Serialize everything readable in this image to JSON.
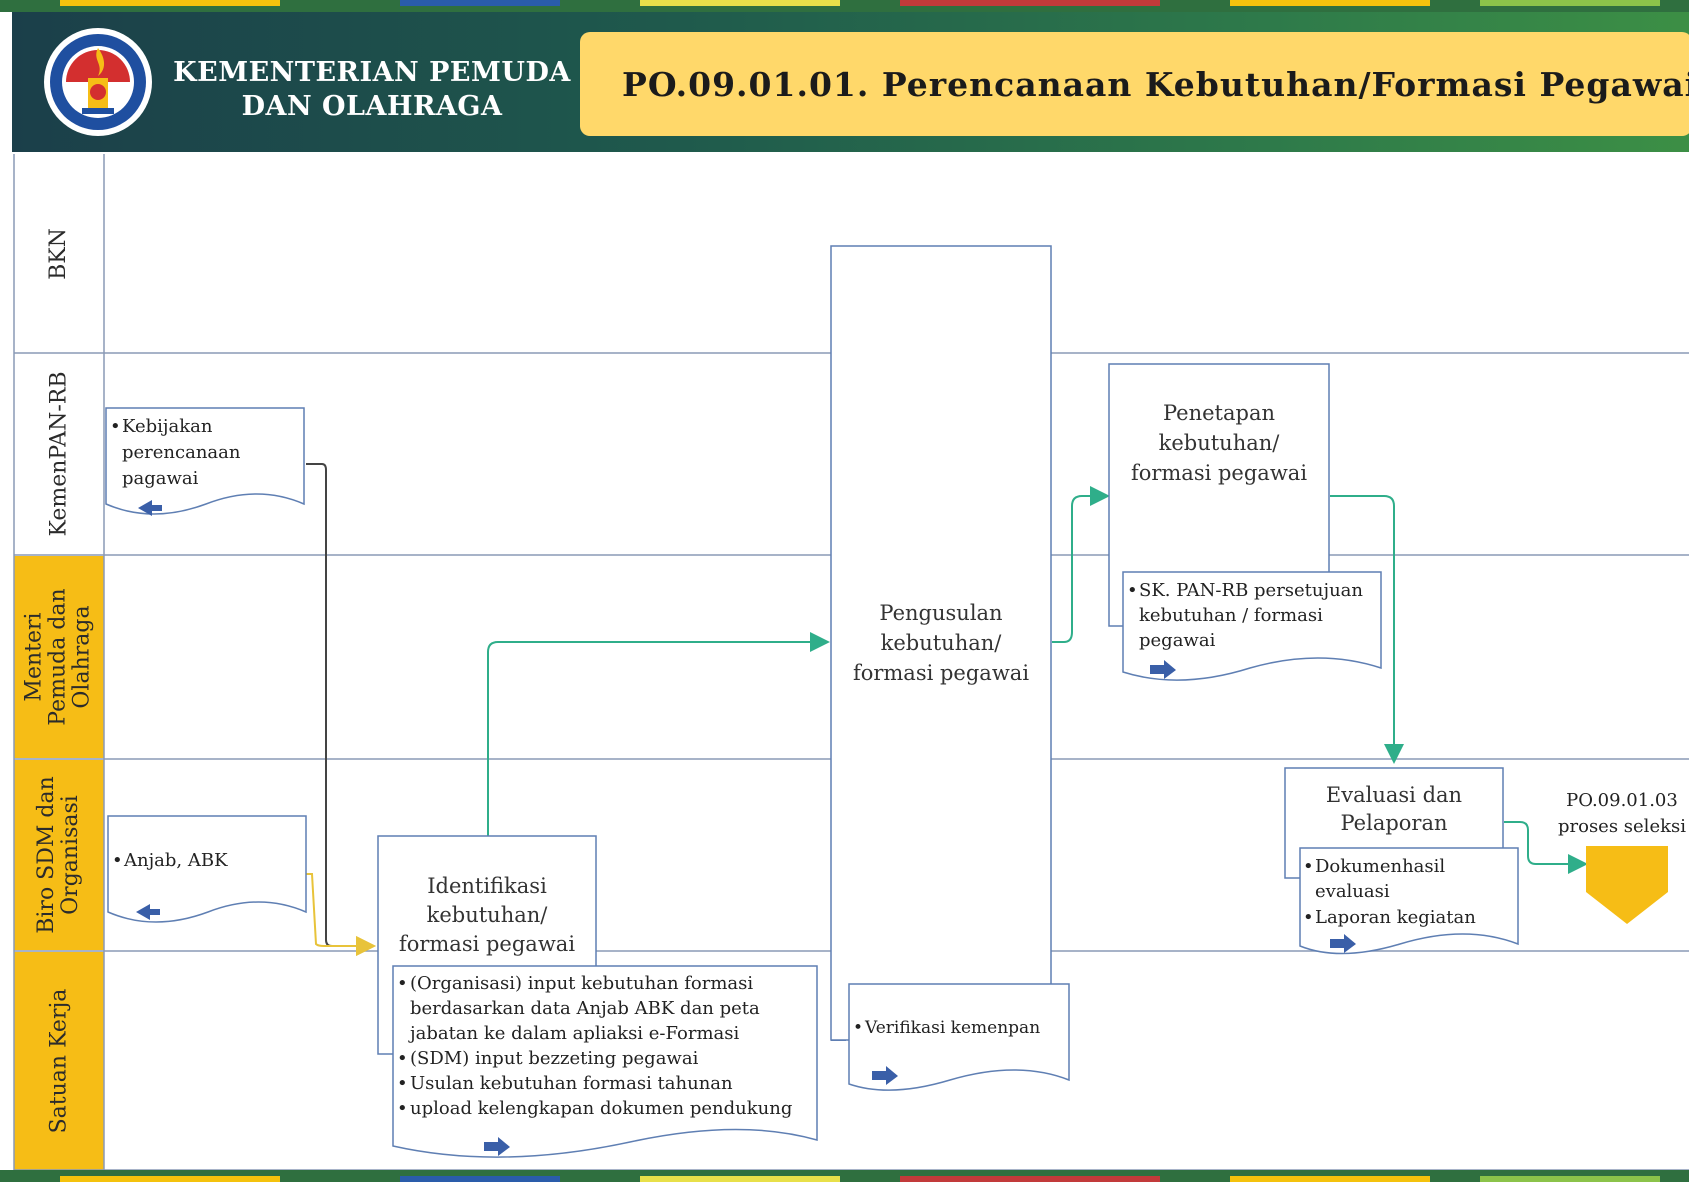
{
  "header": {
    "ministry_line1": "KEMENTERIAN PEMUDA",
    "ministry_line2": "DAN OLAHRAGA",
    "title": "PO.09.01.01.  Perencanaan Kebutuhan/Formasi  Pegawai",
    "logo_icon": "kemenpora-emblem-icon"
  },
  "lanes": {
    "bkn": "BKN",
    "kemenpanrb": "KemenPAN-RB",
    "menteri_line1": "Menteri",
    "menteri_line2": "Pemuda dan",
    "menteri_line3": "Olahraga",
    "biro_line1": "Biro SDM dan",
    "biro_line2": "Organisasi",
    "satuan": "Satuan Kerja"
  },
  "processes": {
    "pengusulan_1": "Pengusulan",
    "pengusulan_2": "kebutuhan/",
    "pengusulan_3": "formasi pegawai",
    "penetapan_1": "Penetapan",
    "penetapan_2": "kebutuhan/",
    "penetapan_3": "formasi pegawai",
    "identifikasi_1": "Identifikasi",
    "identifikasi_2": "kebutuhan/",
    "identifikasi_3": "formasi pegawai",
    "evaluasi_1": "Evaluasi dan",
    "evaluasi_2": "Pelaporan"
  },
  "documents": {
    "kebijakan_1": "Kebijakan",
    "kebijakan_2": "perencanaan",
    "kebijakan_3": "pagawai",
    "anjab": "Anjab, ABK",
    "sk_1": "SK. PAN-RB persetujuan",
    "sk_2": "kebutuhan / formasi",
    "sk_3": "pegawai",
    "hasil_1": "Dokumenhasil",
    "hasil_2": "evaluasi",
    "hasil_3": "Laporan kegiatan",
    "verifikasi": "Verifikasi kemenpan",
    "org_1": "(Organisasi) input kebutuhan formasi",
    "org_2": "berdasarkan data Anjab ABK dan peta",
    "org_3": "jabatan ke dalam apliaksi e-Formasi",
    "org_4": "(SDM) input bezzeting pegawai",
    "org_5": "Usulan kebutuhan formasi tahunan",
    "org_6": "upload kelengkapan dokumen pendukung"
  },
  "connector": {
    "line1": "PO.09.01.03",
    "line2": "proses seleksi"
  },
  "colors": {
    "lane_gold": "#f6bd16",
    "process_border": "#5f7fb3",
    "flow_green": "#2fae8a",
    "flow_yellow": "#e8c33a",
    "flow_dark": "#444444",
    "title_box": "#ffd86a",
    "arrow_blue": "#3a5fa8"
  }
}
